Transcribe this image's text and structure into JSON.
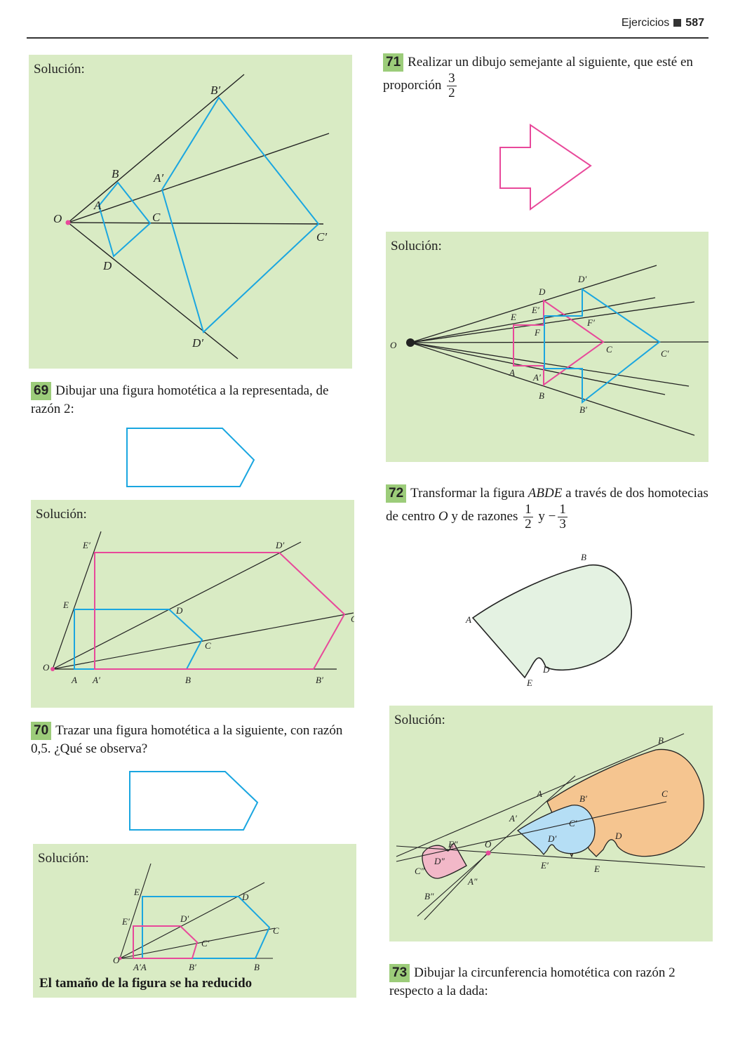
{
  "header": {
    "section": "Ejercicios",
    "page": "587"
  },
  "solution_label": "Solución:",
  "fig68": {
    "labels": [
      "O",
      "A",
      "B",
      "C",
      "D",
      "A′",
      "B′",
      "C′",
      "D′"
    ]
  },
  "ex69": {
    "number": "69",
    "text": "Dibujar una figura homotética a la representada, de razón 2:"
  },
  "fig69": {
    "labels": [
      "O",
      "A",
      "A′",
      "B",
      "B′",
      "C",
      "C′",
      "D",
      "D′",
      "E",
      "E′"
    ]
  },
  "ex70": {
    "number": "70",
    "text": "Trazar una figura homotética a la siguiente, con razón 0,5. ¿Qué se observa?"
  },
  "fig70": {
    "labels": [
      "O",
      "A′A",
      "B′",
      "B",
      "C",
      "C′",
      "D",
      "D′",
      "E",
      "E′"
    ],
    "note": "El tamaño de la figura se ha reducido"
  },
  "ex71": {
    "number": "71",
    "text": "Realizar un dibujo semejante al siguiente, que esté en proporción",
    "ratio_num": "3",
    "ratio_den": "2"
  },
  "fig71": {
    "labels": [
      "O",
      "A",
      "A′",
      "B",
      "B′",
      "C",
      "C′",
      "D",
      "D′",
      "E",
      "E′",
      "F",
      "F′"
    ]
  },
  "ex72": {
    "number": "72",
    "text_a": "Transformar la figura",
    "figure_name": "ABDE",
    "text_b": "a través de dos homotecias de centro",
    "center": "O",
    "text_c": "y de razones",
    "r1_num": "1",
    "r1_den": "2",
    "conj": "y",
    "minus": "−",
    "r2_num": "1",
    "r2_den": "3"
  },
  "fig72": {
    "labels": [
      "A",
      "B",
      "D",
      "E"
    ]
  },
  "fig72s": {
    "labels": [
      "O",
      "A",
      "A′",
      "A″",
      "B",
      "B′",
      "B″",
      "C",
      "C′",
      "C″",
      "D",
      "D′",
      "D″",
      "E",
      "E′",
      "E″"
    ]
  },
  "ex73": {
    "number": "73",
    "text": "Dibujar la circunferencia homotética con razón 2 respecto a la dada:"
  },
  "colors": {
    "cyan": "#1aa6e0",
    "pink": "#e8489a",
    "green_bg": "#d9ebc4",
    "orange": "#f5c590",
    "light_blue": "#b5def5"
  }
}
